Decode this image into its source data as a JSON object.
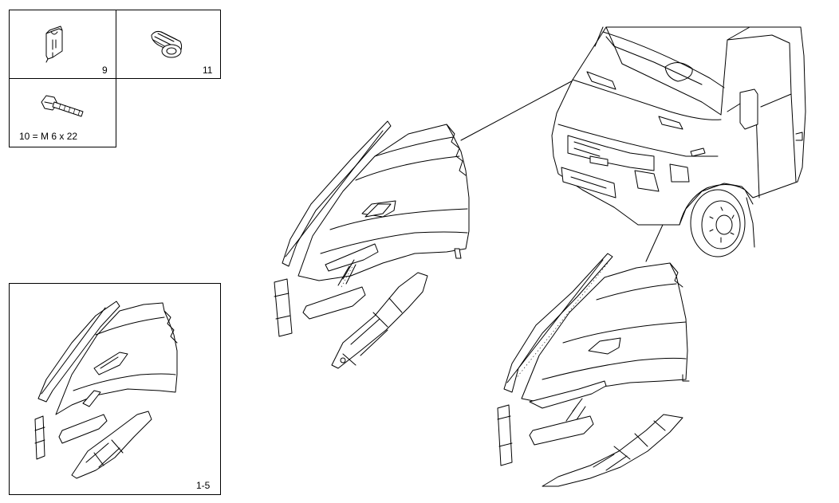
{
  "parts_legend": {
    "clip_label": "9",
    "grommet_label": "11",
    "bolt_label": "10 = M 6 x 22"
  },
  "assembly_box": {
    "label": "1-5"
  }
}
